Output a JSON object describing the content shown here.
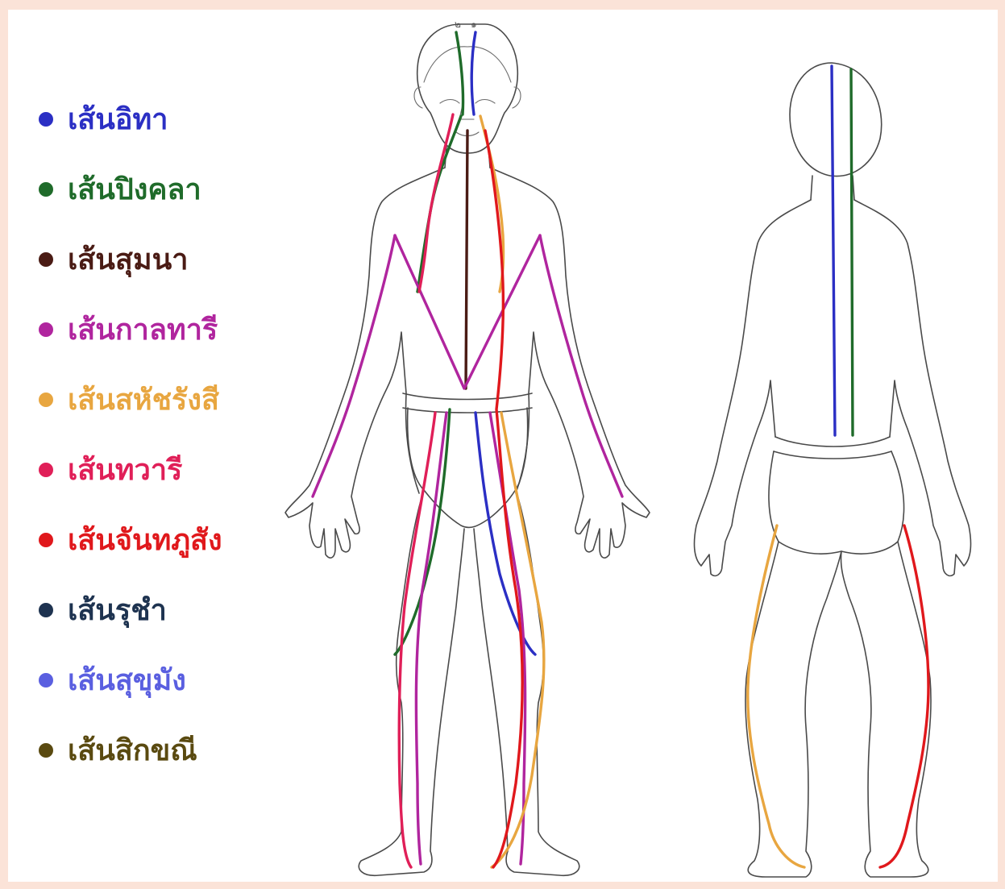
{
  "legend": {
    "items": [
      {
        "label": "เส้นอิทา",
        "color": "#2b2fc4"
      },
      {
        "label": "เส้นปิงคลา",
        "color": "#1f6b2a"
      },
      {
        "label": "เส้นสุมนา",
        "color": "#4a1b14"
      },
      {
        "label": "เส้นกาลทารี",
        "color": "#b0259e"
      },
      {
        "label": "เส้นสหัชรังสี",
        "color": "#e8a640"
      },
      {
        "label": "เส้นทวารี",
        "color": "#e01f58"
      },
      {
        "label": "เส้นจันทภูสัง",
        "color": "#e0181c"
      },
      {
        "label": "เส้นรุชำ",
        "color": "#1e3350"
      },
      {
        "label": "เส้นสุขุมัง",
        "color": "#5a5fe0"
      },
      {
        "label": "เส้นสิกขณี",
        "color": "#5a4a10"
      }
    ]
  },
  "figure": {
    "head_numerals": [
      "๒",
      "๑"
    ]
  }
}
